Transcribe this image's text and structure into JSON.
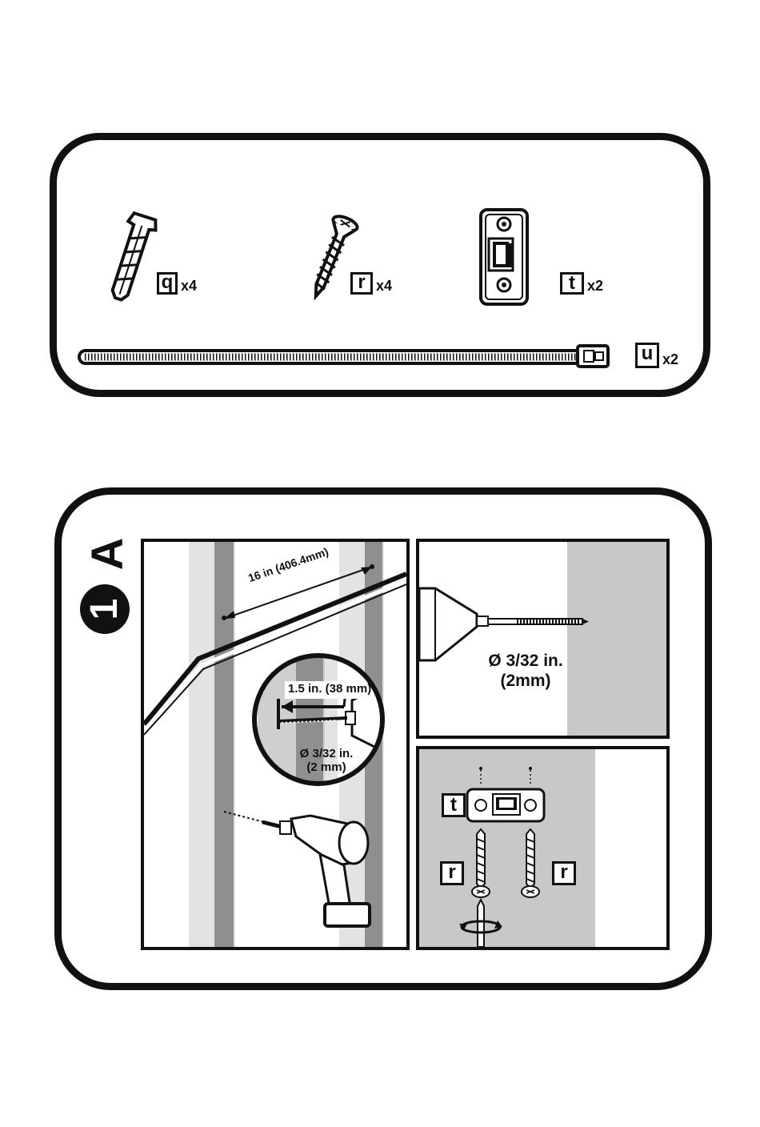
{
  "parts": {
    "q": {
      "letter": "q",
      "qty": "x4",
      "icon": "wall-anchor-icon"
    },
    "r": {
      "letter": "r",
      "qty": "x4",
      "icon": "screw-icon"
    },
    "t": {
      "letter": "t",
      "qty": "x2",
      "icon": "bracket-plate-icon"
    },
    "u": {
      "letter": "u",
      "qty": "x2",
      "icon": "cable-tie-icon"
    }
  },
  "step": {
    "number": "1",
    "letter": "A"
  },
  "panel_wall": {
    "stud_spacing": "16 in (406.4mm)",
    "depth": "1.5 in. (38 mm)",
    "bit_line1": "Ø 3/32 in.",
    "bit_line2": "(2 mm)"
  },
  "panel_bit": {
    "line1": "Ø 3/32 in.",
    "line2": "(2mm)"
  },
  "panel_mount": {
    "part_t": "t",
    "part_r_left": "r",
    "part_r_right": "r"
  },
  "colors": {
    "ink": "#111111",
    "stud_gray": "#8f8f8f",
    "light_gray": "#cfcfcf",
    "panel_gray": "#c8c8c8"
  }
}
